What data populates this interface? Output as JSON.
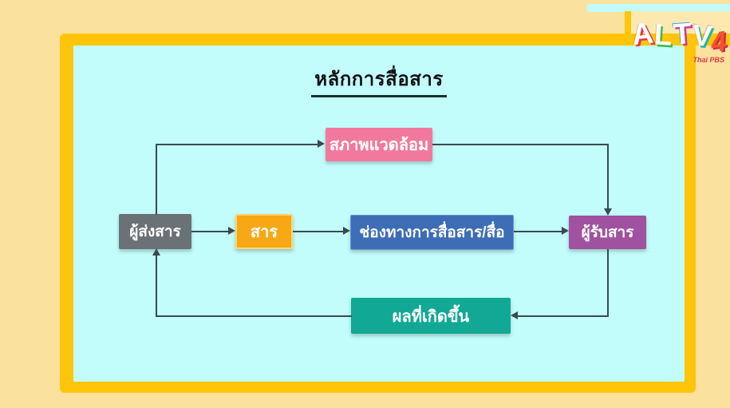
{
  "logo": {
    "brand": "ALTV",
    "letters": [
      {
        "ch": "A",
        "color": "#E7334D"
      },
      {
        "ch": "L",
        "color": "#3FB64B"
      },
      {
        "ch": "T",
        "color": "#C93A97"
      },
      {
        "ch": "V",
        "color": "#1FB9A0"
      }
    ],
    "channel_number": "4",
    "subtext": "Thai PBS"
  },
  "slide": {
    "title": "หลักการสื่อสาร",
    "nodes": {
      "environment": {
        "label": "สภาพแวดล้อม",
        "color": "#F2799D"
      },
      "sender": {
        "label": "ผู้ส่งสาร",
        "color": "#6A7177"
      },
      "message": {
        "label": "สาร",
        "color": "#F7A814"
      },
      "channel": {
        "label": "ช่องทางการสื่อสาร/สื่อ",
        "color": "#3D6DB5"
      },
      "receiver": {
        "label": "ผู้รับสาร",
        "color": "#A0519F"
      },
      "result": {
        "label": "ผลที่เกิดขึ้น",
        "color": "#12A896"
      }
    },
    "flows": [
      "sender → message → channel → receiver",
      "sender → environment → receiver",
      "receiver → result → sender"
    ]
  },
  "colors": {
    "outer_background": "#FBE19E",
    "frame_border": "#FFC50A",
    "panel_background": "#C2FDFB",
    "connector": "#394B4E",
    "title_text": "#111111",
    "node_text": "#FFFFFF"
  }
}
